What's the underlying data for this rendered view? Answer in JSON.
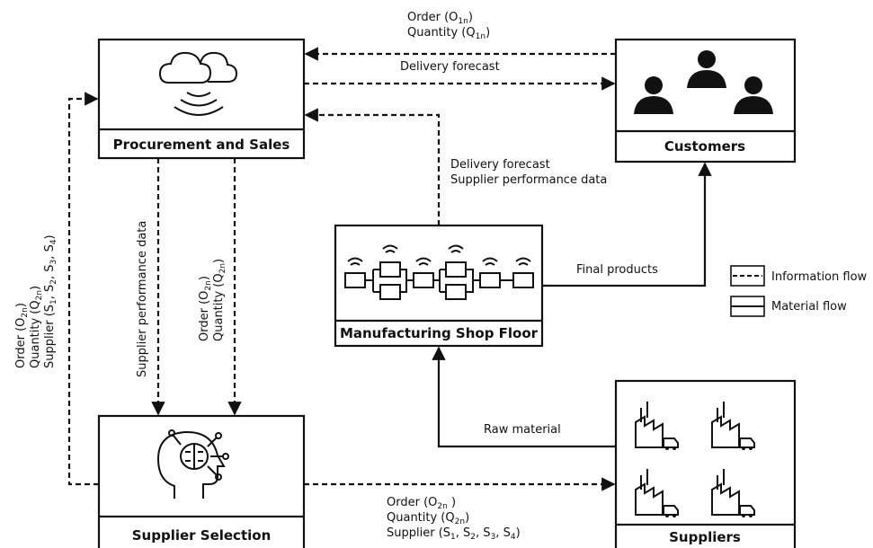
{
  "nodes": {
    "procurement": "Procurement and Sales",
    "customers": "Customers",
    "manufacturing": "Manufacturing Shop Floor",
    "supplier_selection": "Supplier Selection",
    "suppliers": "Suppliers"
  },
  "flows": {
    "top_order": "Order (O",
    "top_order_sub": "1n",
    "top_quantity": "Quantity (Q",
    "top_quantity_sub": "1n",
    "delivery_forecast": "Delivery forecast",
    "shop_delivery_forecast": "Delivery forecast",
    "shop_supplier_performance": "Supplier performance data",
    "final_products": "Final products",
    "raw_material": "Raw material",
    "supplier_performance": "Supplier performance data",
    "mid_order": "Order (O",
    "mid_order_sub": "2n",
    "mid_quantity": "Quantity (Q",
    "mid_quantity_sub": "2n",
    "left_order": "Order (O",
    "left_order_sub": "2n",
    "left_quantity": "Quantity (Q",
    "left_quantity_sub": "2n",
    "left_supplier": "Supplier (S",
    "bottom_order": "Order (O",
    "bottom_order_sub": "2n",
    "bottom_quantity": "Quantity (Q",
    "bottom_quantity_sub": "2n",
    "bottom_supplier": "Supplier (S",
    "s1": "1",
    "s2": "2",
    "s3": "3",
    "s4": "4",
    "comma": ",",
    "close": ")",
    "close_space": " )"
  },
  "legend": {
    "information": "Information flow",
    "material": "Material flow"
  }
}
